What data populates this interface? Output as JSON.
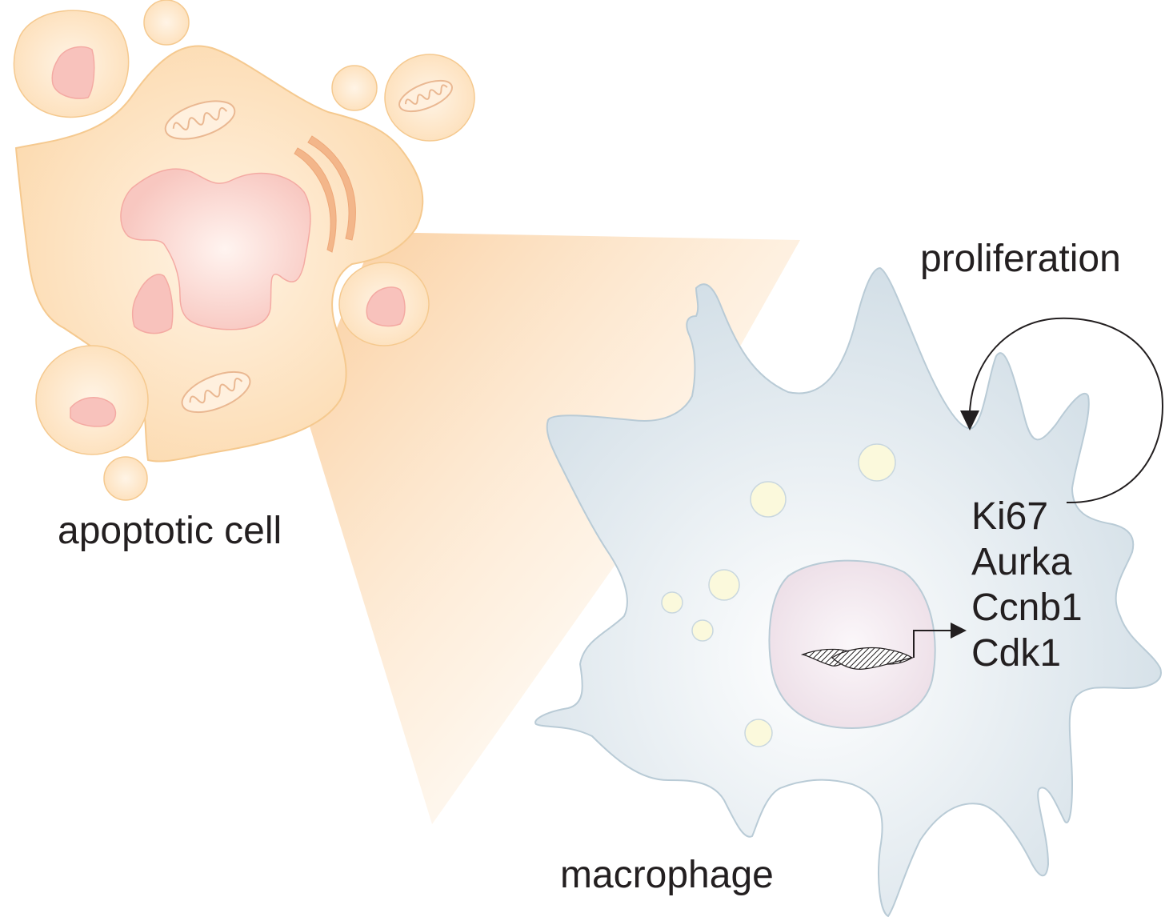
{
  "labels": {
    "apoptotic_cell": "apoptotic cell",
    "macrophage": "macrophage",
    "proliferation": "proliferation"
  },
  "genes": [
    "Ki67",
    "Aurka",
    "Ccnb1",
    "Cdk1"
  ],
  "colors": {
    "apoptotic_fill": "#fde3c0",
    "apoptotic_stroke": "#f5c98f",
    "nucleus_fill": "#f9c9c4",
    "macrophage_fill": "#e4ebf0",
    "macrophage_stroke": "#b9cbd6",
    "vesicle_fill": "#fbf9dc",
    "text": "#231f20"
  },
  "icons": {
    "mitochondrion": "mitochondrion-icon",
    "dna": "dna-helix-icon",
    "arrow": "arrow-icon"
  }
}
